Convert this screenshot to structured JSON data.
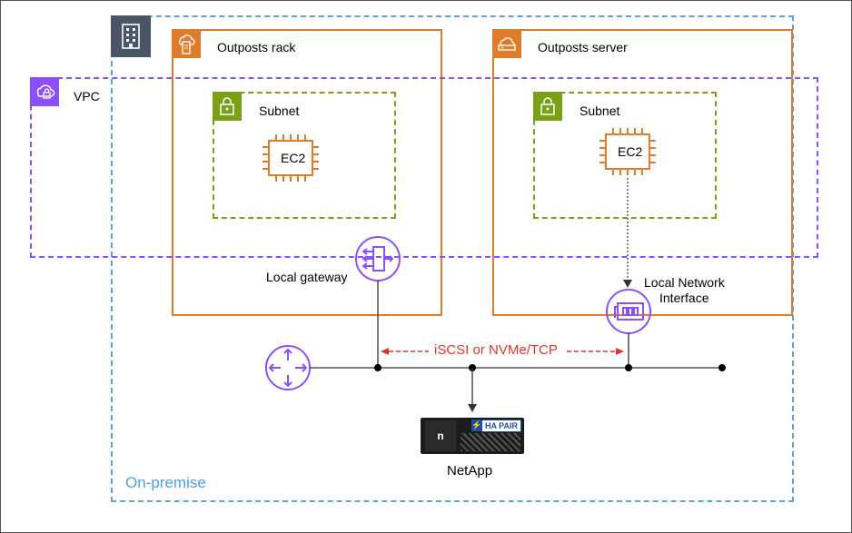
{
  "onprem": {
    "label": "On-premise"
  },
  "vpc": {
    "label": "VPC"
  },
  "rack": {
    "label": "Outposts rack",
    "subnet_label": "Subnet",
    "ec2_label": "EC2",
    "gateway_label": "Local gateway"
  },
  "server": {
    "label": "Outposts server",
    "subnet_label": "Subnet",
    "ec2_label": "EC2",
    "lni_label_1": "Local Network",
    "lni_label_2": "Interface"
  },
  "network": {
    "protocol_label": "iSCSI or NVMe/TCP"
  },
  "netapp": {
    "label": "NetApp",
    "badge": "HA PAIR",
    "logo": "n"
  },
  "colors": {
    "orange": "#e07b29",
    "green": "#7aa116",
    "purple": "#8c4fff",
    "blue": "#5aa3e0",
    "red": "#e0352b"
  }
}
